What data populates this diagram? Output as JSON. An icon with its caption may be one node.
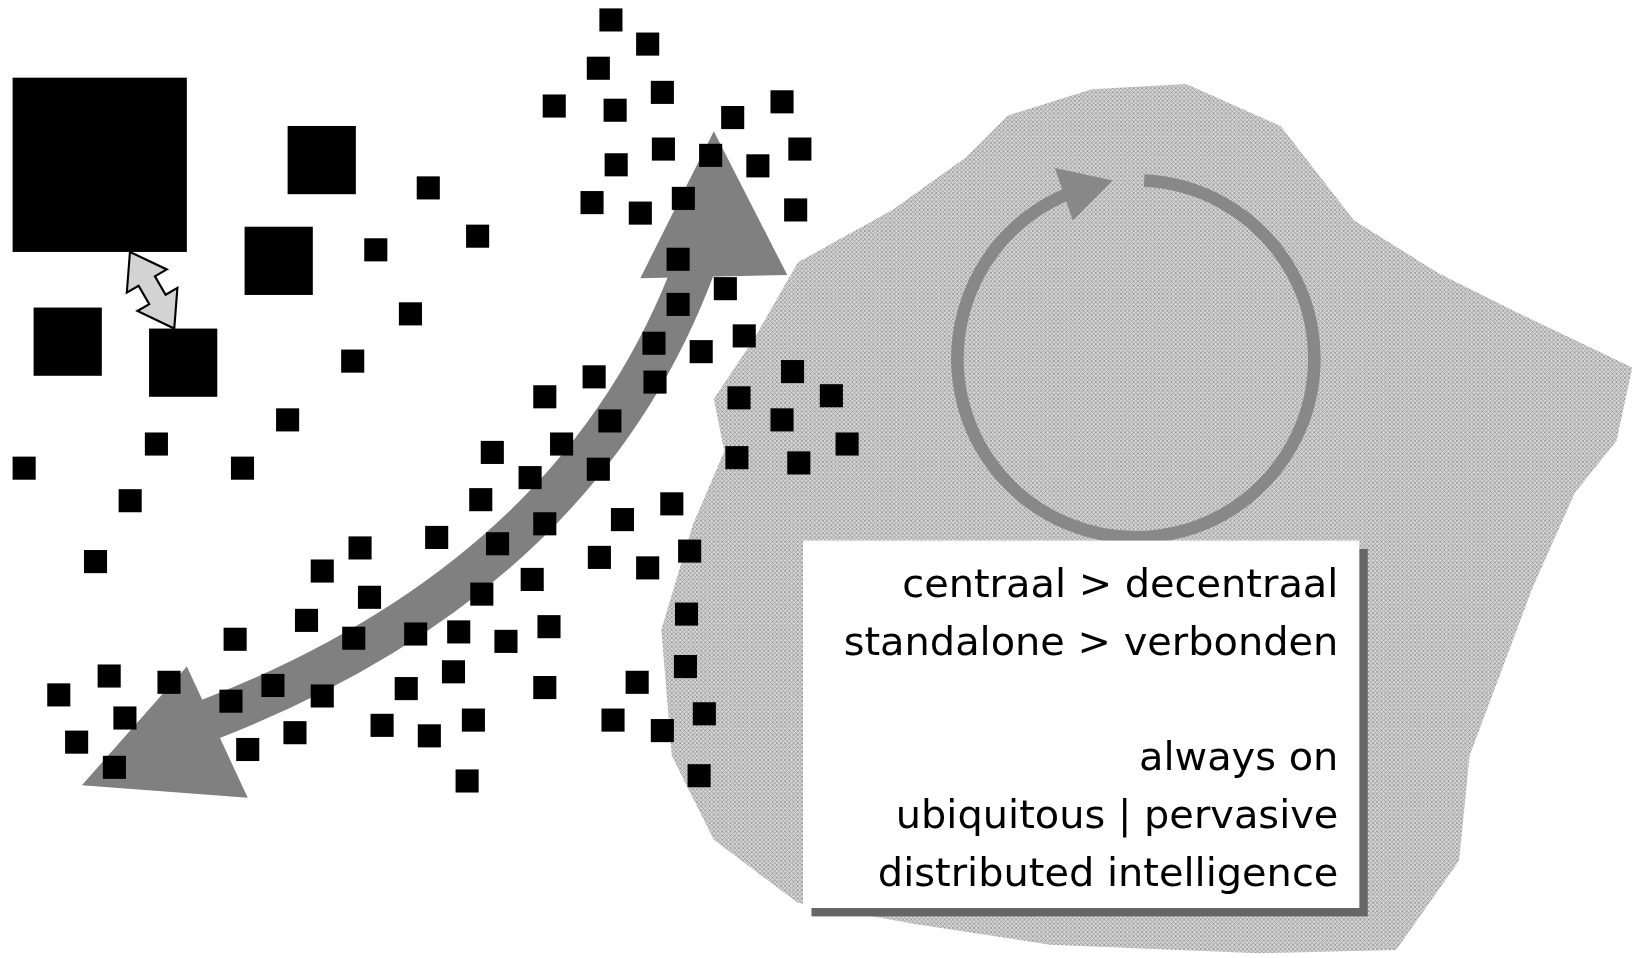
{
  "diagram": {
    "nodes": [
      {
        "text": [],
        "shape": "box"
      },
      {
        "text": [],
        "shape": "box"
      },
      {
        "text": [
          "centraal > decentraal",
          "standalone > verbonden",
          "always on",
          "ubiquitous | pervasive",
          "distributed intelligence"
        ]
      }
    ],
    "edges": [
      {
        "from": 0,
        "to": 1,
        "arrow": "both",
        "color": "#d3d3d3"
      }
    ]
  }
}
